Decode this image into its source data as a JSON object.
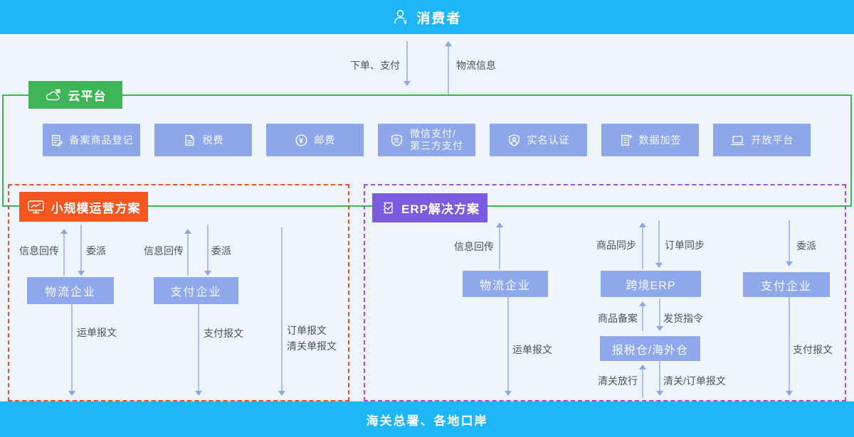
{
  "colors": {
    "bar_cyan": "#1fb6f7",
    "background": "#eff4fa",
    "platform_green": "#3db456",
    "service_button_blue": "#8ea6ea",
    "node_blue": "#8fa8ec",
    "small_scale_orange": "#f5561f",
    "erp_purple": "#7d5be0",
    "small_scale_dashed_border": "#ea5226",
    "erp_dashed_border": "#9d4fe0",
    "arrow_blue": "#adbeea",
    "flow_label_text": "#4b525c"
  },
  "top_bar": {
    "title": "消费者",
    "icon": "consumer-yuan-icon"
  },
  "consumer_flows": {
    "order_pay": "下单、支付",
    "logistics_info": "物流信息"
  },
  "cloud_platform": {
    "label": "云平台",
    "icon": "cloud-icon",
    "services": [
      {
        "label": "备案商品登记",
        "icon": "document-edit-icon"
      },
      {
        "label": "税费",
        "icon": "tax-document-icon"
      },
      {
        "label": "邮费",
        "icon": "yuan-circle-icon"
      },
      {
        "label": "微信支付/第三方支付",
        "line1": "微信支付/",
        "line2": "第三方支付",
        "icon": "wechat-pay-icon"
      },
      {
        "label": "实名认证",
        "icon": "shield-person-icon"
      },
      {
        "label": "数据加签",
        "icon": "document-plus-icon"
      },
      {
        "label": "开放平台",
        "icon": "laptop-icon"
      }
    ]
  },
  "small_scale_plan": {
    "label": "小规模运营方案",
    "icon": "monitor-chart-icon",
    "nodes": {
      "logistics": "物流企业",
      "payment": "支付企业"
    },
    "flows": {
      "logistics_info_return": "信息回传",
      "logistics_delegate": "委派",
      "payment_info_return": "信息回传",
      "payment_delegate": "委派",
      "waybill_msg": "运单报文",
      "payment_msg": "支付报文",
      "order_msg": "订单报文",
      "clearance_msg": "清关单报文"
    }
  },
  "erp_plan": {
    "label": "ERP解决方案",
    "icon": "seal-check-icon",
    "nodes": {
      "logistics": "物流企业",
      "erp": "跨境ERP",
      "warehouse": "报税仓/海外仓",
      "payment": "支付企业"
    },
    "flows": {
      "info_return": "信息回传",
      "goods_sync": "商品同步",
      "order_sync": "订单同步",
      "delegate": "委派",
      "goods_record": "商品备案",
      "shipping_order": "发货指令",
      "clearance_release": "清关放行",
      "clearance_order_msg": "清关/订单报文",
      "waybill_msg": "运单报文",
      "payment_msg": "支付报文"
    }
  },
  "bottom_bar": {
    "title": "海关总署、各地口岸"
  }
}
